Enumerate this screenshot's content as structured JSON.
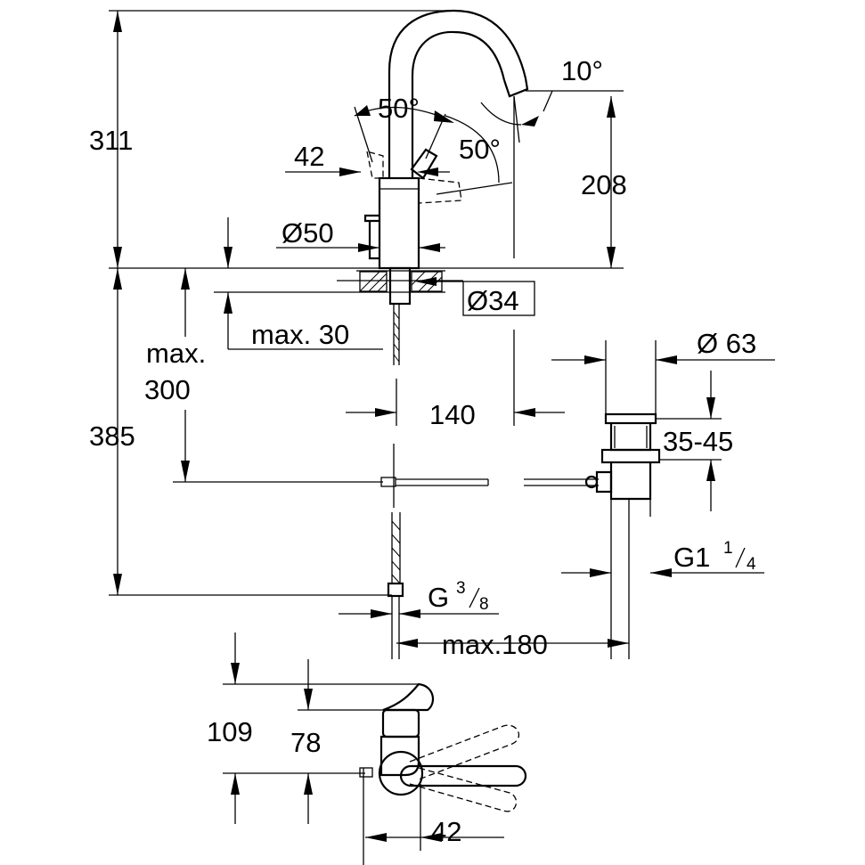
{
  "dimensions": {
    "height_total": "311",
    "spout_height": "208",
    "handle_angle_top": "50°",
    "handle_angle_side": "50°",
    "spout_tilt": "10°",
    "handle_offset": "42",
    "base_diameter": "Ø50",
    "hole_diameter": "Ø34",
    "max_thickness": "max. 30",
    "hose_length_max": "max.",
    "hose_length_value": "300",
    "under_height": "385",
    "spout_reach": "140",
    "waste_diameter": "Ø 63",
    "waste_range": "35-45",
    "waste_thread_main": "G1",
    "waste_thread_num": "1",
    "waste_thread_den": "4",
    "supply_thread_main": "G",
    "supply_thread_num": "3",
    "supply_thread_den": "8",
    "waste_offset_max": "max.180",
    "plan_depth": "109",
    "plan_handle_depth": "78",
    "plan_handle_offset": "42"
  }
}
